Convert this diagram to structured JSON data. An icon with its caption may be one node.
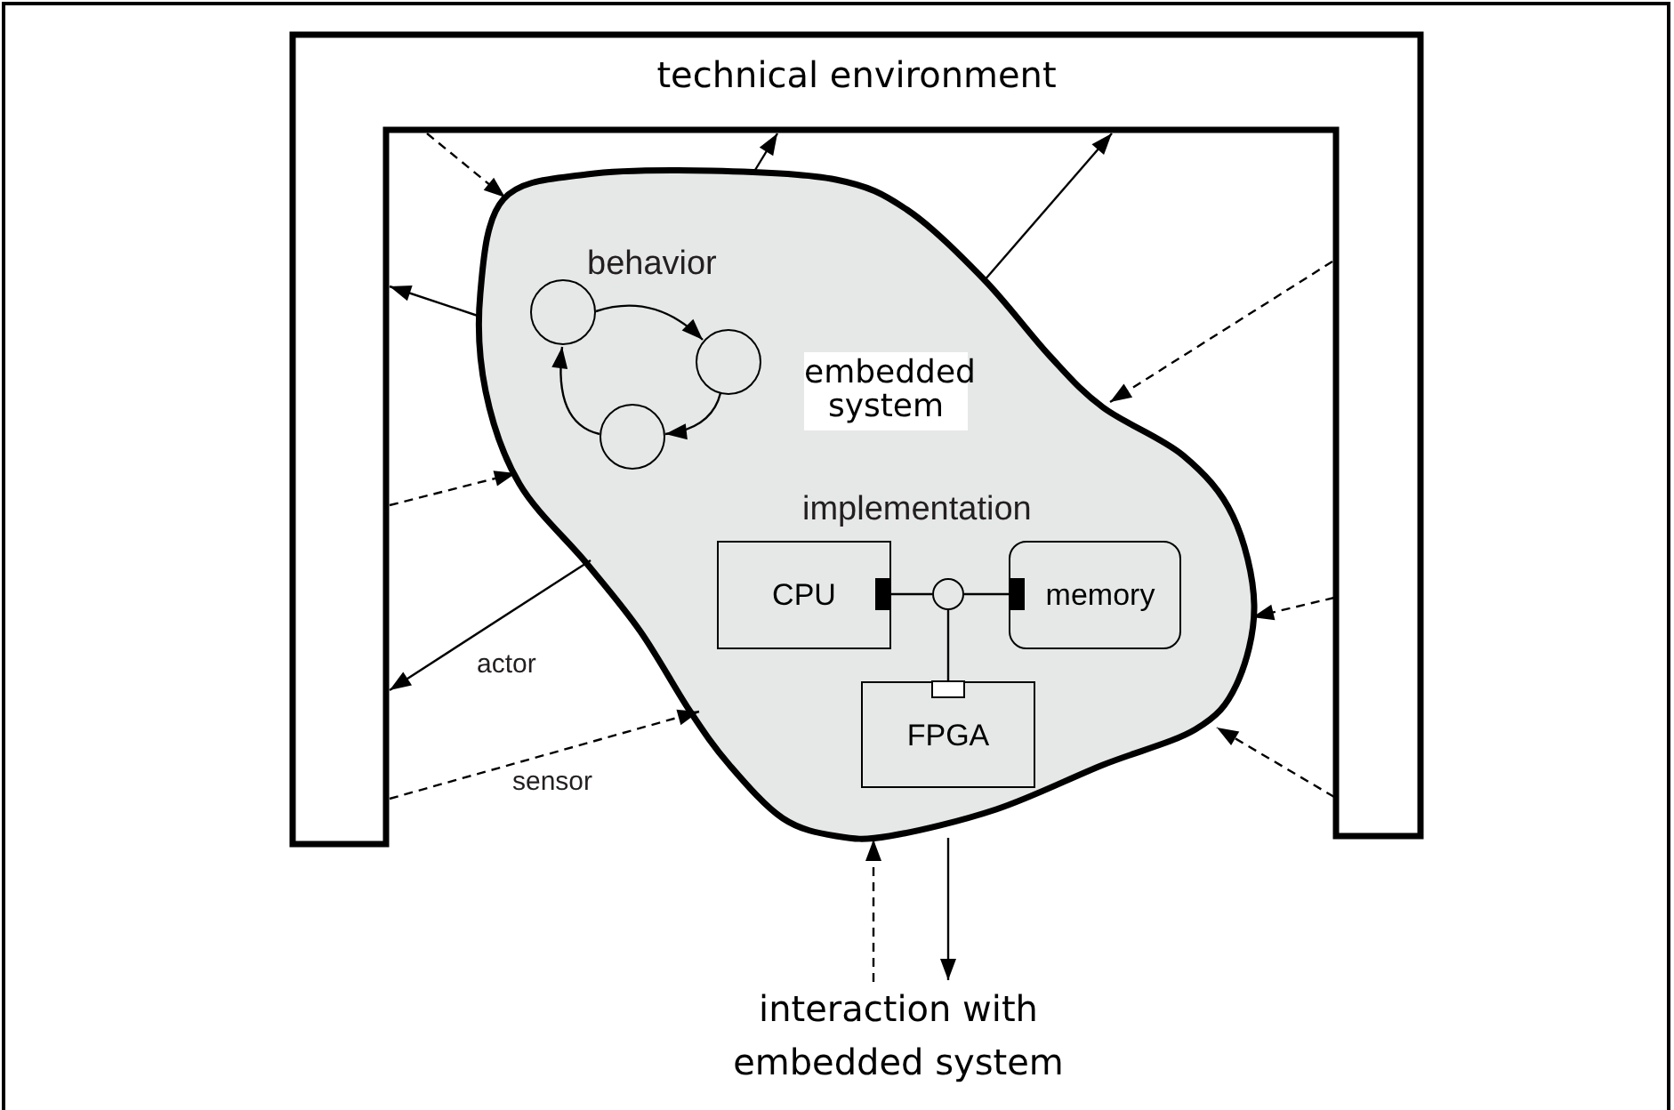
{
  "diagram": {
    "nodes": [
      {
        "text": [
          "technical environment"
        ]
      },
      {
        "text": [
          "embedded system"
        ]
      },
      {
        "text": [],
        "shape": "circle",
        "in": 1
      },
      {
        "text": [],
        "shape": "circle",
        "in": 1
      },
      {
        "text": [],
        "shape": "circle",
        "in": 1
      },
      {
        "text": [
          "CPU"
        ],
        "in": 1
      },
      {
        "text": [],
        "shape": "circle",
        "in": 1
      },
      {
        "text": [
          "memory"
        ],
        "in": 1
      },
      {
        "text": [
          "FPGA"
        ],
        "in": 1
      },
      {
        "text": [
          "interaction with embedded system"
        ]
      }
    ],
    "edges": [
      {
        "from": 0,
        "to": 1,
        "arrow": "to",
        "style": "dashed"
      },
      {
        "from": 1,
        "to": 0,
        "arrow": "to"
      },
      {
        "from": 1,
        "to": 0,
        "arrow": "to"
      },
      {
        "from": 1,
        "to": 0,
        "arrow": "to"
      },
      {
        "from": 0,
        "to": 1,
        "arrow": "to",
        "style": "dashed"
      },
      {
        "from": 0,
        "to": 1,
        "arrow": "to",
        "style": "dashed"
      },
      {
        "from": 1,
        "to": 0,
        "arrow": "to",
        "label": "actor"
      },
      {
        "from": 0,
        "to": 1,
        "arrow": "to",
        "style": "dashed",
        "label": "sensor"
      },
      {
        "from": 0,
        "to": 1,
        "arrow": "to",
        "style": "dashed"
      },
      {
        "from": 0,
        "to": 1,
        "arrow": "to",
        "style": "dashed"
      },
      {
        "from": 9,
        "to": 1,
        "arrow": "to",
        "style": "dashed"
      },
      {
        "from": 1,
        "to": 9,
        "arrow": "to"
      },
      {
        "from": 2,
        "to": 3,
        "arrow": "to"
      },
      {
        "from": 3,
        "to": 4,
        "arrow": "to"
      },
      {
        "from": 4,
        "to": 2,
        "arrow": "to"
      },
      {
        "from": 5,
        "to": 6,
        "arrow": "other"
      },
      {
        "from": 7,
        "to": 6,
        "arrow": "other"
      },
      {
        "from": 8,
        "to": 6,
        "arrow": "other"
      }
    ],
    "labels": [
      "behavior",
      "implementation"
    ]
  }
}
